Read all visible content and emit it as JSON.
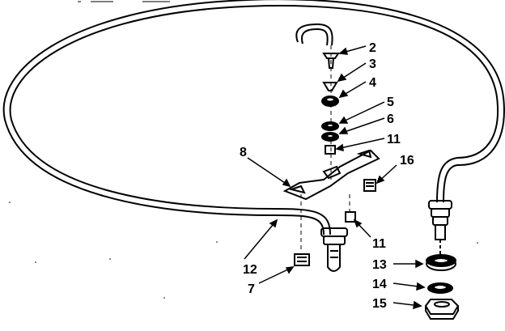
{
  "diagram": {
    "callouts": [
      {
        "id": "c2",
        "label": "2"
      },
      {
        "id": "c3",
        "label": "3"
      },
      {
        "id": "c4",
        "label": "4"
      },
      {
        "id": "c5",
        "label": "5"
      },
      {
        "id": "c6",
        "label": "6"
      },
      {
        "id": "c11a",
        "label": "11"
      },
      {
        "id": "c8",
        "label": "8"
      },
      {
        "id": "c16",
        "label": "16"
      },
      {
        "id": "c11b",
        "label": "11"
      },
      {
        "id": "c12",
        "label": "12"
      },
      {
        "id": "c7",
        "label": "7"
      },
      {
        "id": "c13",
        "label": "13"
      },
      {
        "id": "c14",
        "label": "14"
      },
      {
        "id": "c15",
        "label": "15"
      }
    ]
  }
}
